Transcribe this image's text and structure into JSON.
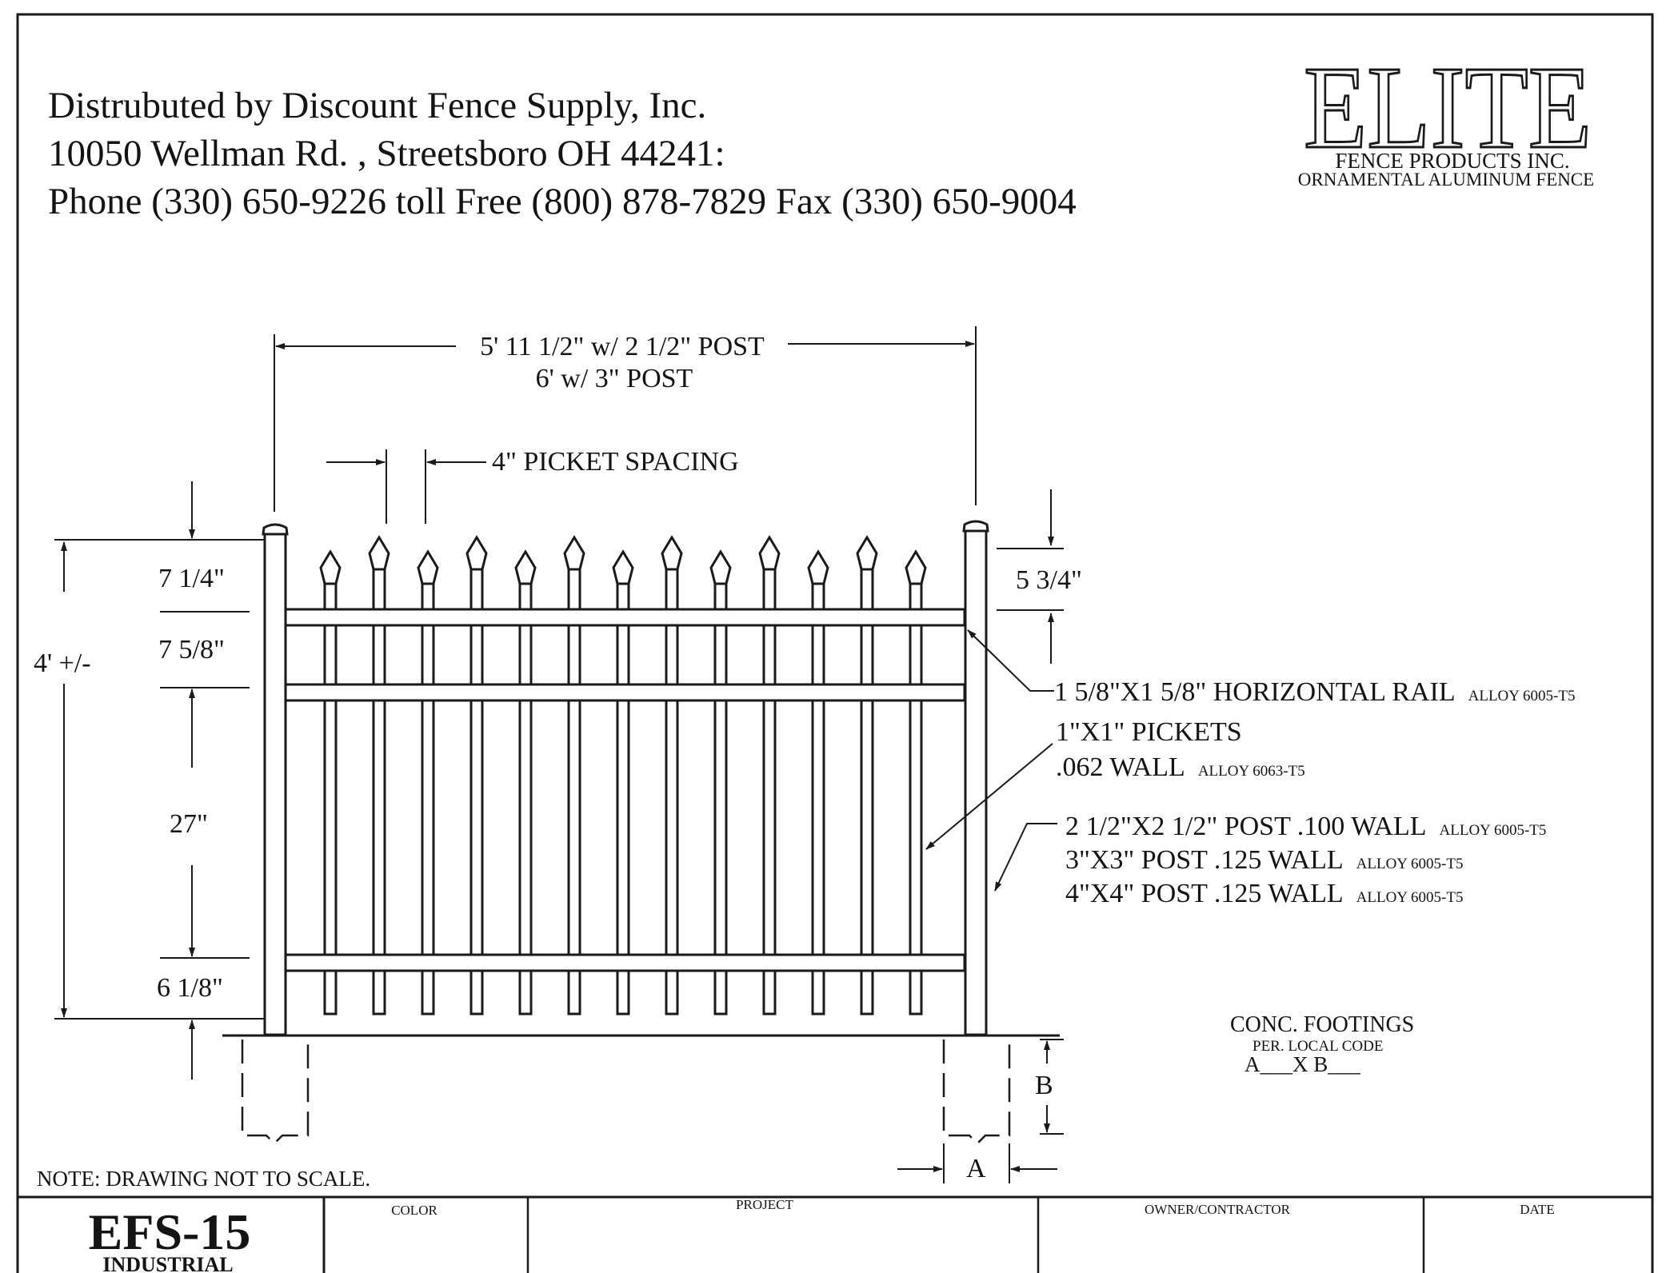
{
  "header": {
    "lines": [
      "Distrubuted by Discount Fence Supply, Inc.",
      "10050 Wellman Rd. , Streetsboro OH 44241:",
      "Phone (330) 650-9226 toll Free (800) 878-7829 Fax (330) 650-9004"
    ]
  },
  "logo": {
    "brand": "ELITE",
    "line1": "FENCE PRODUCTS INC.",
    "line2": "ORNAMENTAL ALUMINUM FENCE"
  },
  "dimensions": {
    "width_line1": "5' 11 1/2\" w/ 2 1/2\" POST",
    "width_line2": "6' w/ 3\" POST",
    "picket_spacing": "4\" PICKET SPACING",
    "overall_height": "4' +/-",
    "seg_top": "7 1/4\"",
    "seg_rails": "7 5/8\"",
    "seg_middle": "27\"",
    "seg_bottom": "6 1/8\"",
    "post_top": "5 3/4\"",
    "depth_b": "B",
    "width_a": "A"
  },
  "callouts": {
    "rail": "1 5/8\"X1 5/8\" HORIZONTAL RAIL",
    "rail_alloy": "ALLOY 6005-T5",
    "pickets_line1": "1\"X1\" PICKETS",
    "pickets_line2": ".062 WALL",
    "pickets_alloy": "ALLOY 6063-T5",
    "posts": [
      {
        "text": "2 1/2\"X2 1/2\" POST .100 WALL",
        "alloy": "ALLOY 6005-T5"
      },
      {
        "text": "3\"X3\" POST .125 WALL",
        "alloy": "ALLOY 6005-T5"
      },
      {
        "text": "4\"X4\" POST .125 WALL",
        "alloy": "ALLOY 6005-T5"
      }
    ]
  },
  "footings": {
    "title": "CONC. FOOTINGS",
    "subtitle": "PER. LOCAL CODE",
    "formula": "A___X B___"
  },
  "note": "NOTE: DRAWING NOT TO SCALE.",
  "title_block": {
    "model": "EFS-15",
    "category": "INDUSTRIAL",
    "color_label": "COLOR",
    "project_label": "PROJECT",
    "owner_label": "OWNER/CONTRACTOR",
    "date_label": "DATE"
  },
  "colors": {
    "ink": "#1a1a1a",
    "paper": "#ffffff"
  }
}
